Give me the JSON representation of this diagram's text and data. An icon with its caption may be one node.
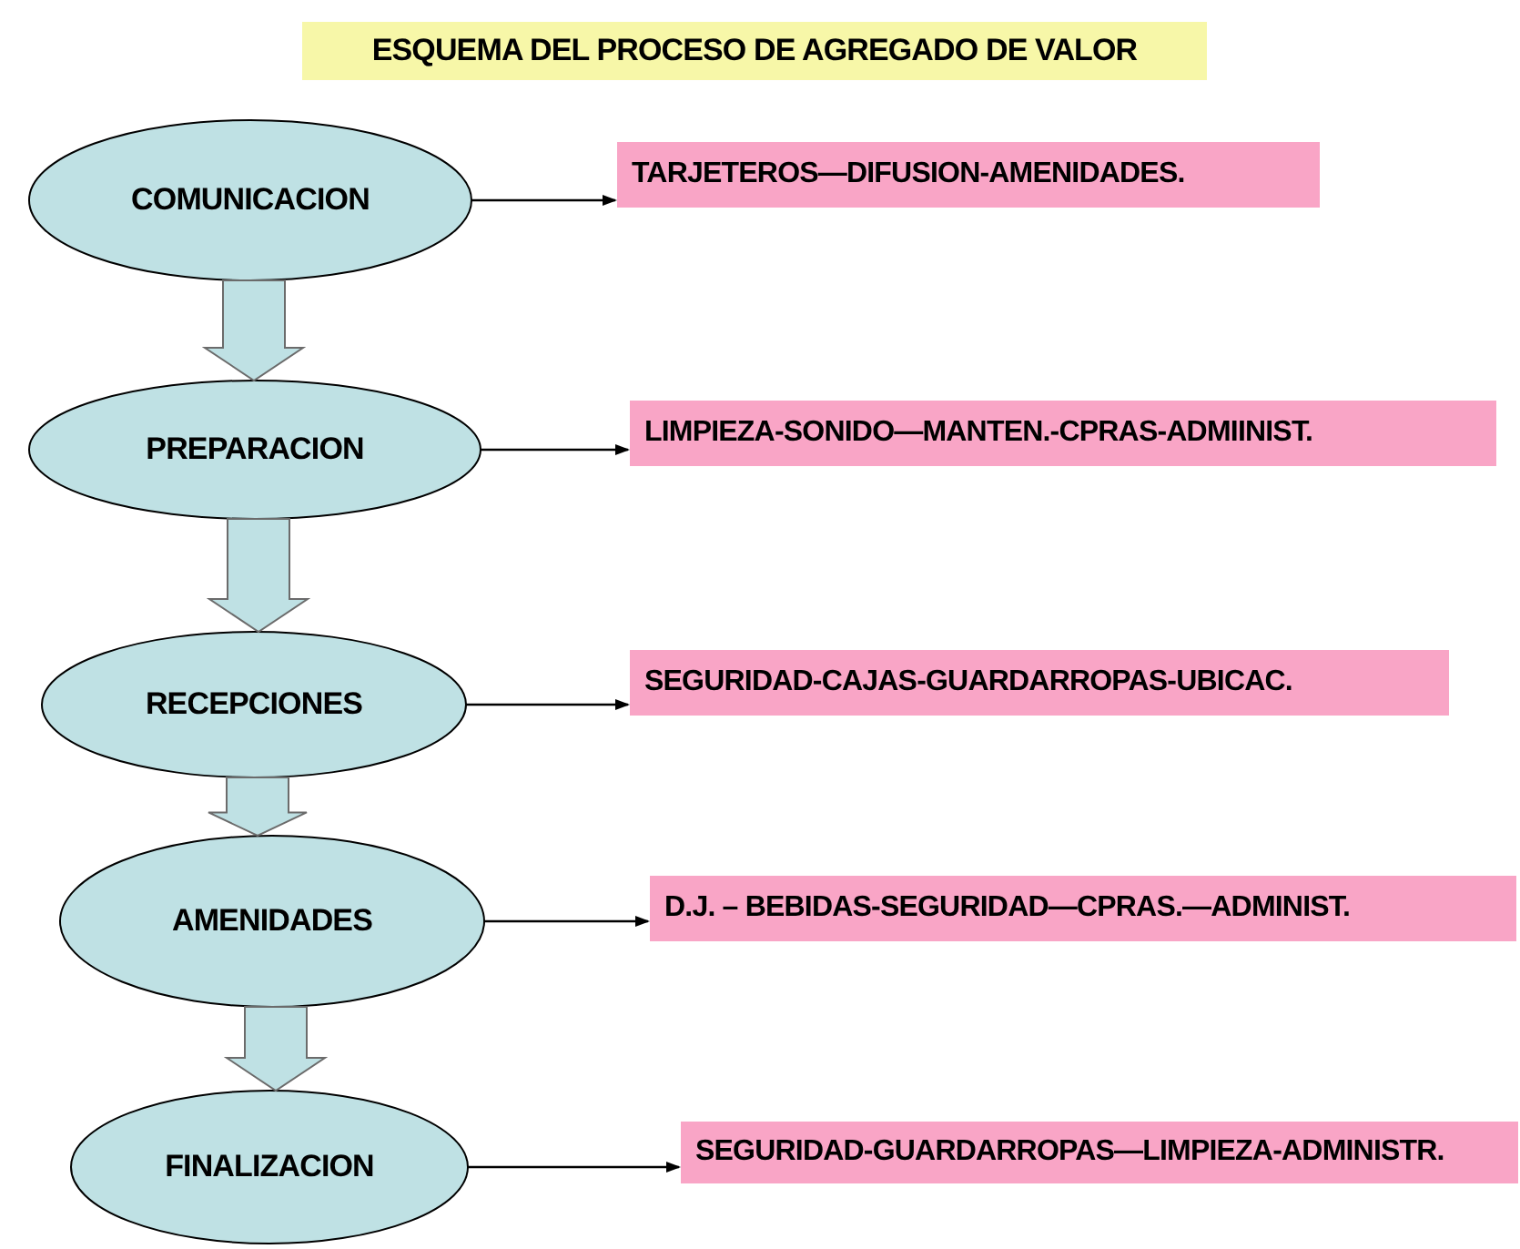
{
  "diagram": {
    "title": "ESQUEMA DEL PROCESO DE AGREGADO DE VALOR",
    "nodes": [
      {
        "text": [
          "COMUNICACION"
        ]
      },
      {
        "text": [
          "PREPARACION"
        ]
      },
      {
        "text": [
          "RECEPCIONES"
        ]
      },
      {
        "text": [
          "AMENIDADES"
        ]
      },
      {
        "text": [
          "FINALIZACION"
        ]
      },
      {
        "text": [
          "TARJETEROS—DIFUSION-AMENIDADES."
        ]
      },
      {
        "text": [
          "LIMPIEZA-SONIDO—MANTEN.-CPRAS-ADMIINIST."
        ]
      },
      {
        "text": [
          "SEGURIDAD-CAJAS-GUARDARROPAS-UBICAC."
        ]
      },
      {
        "text": [
          "D.J. – BEBIDAS-SEGURIDAD—CPRAS.—ADMINIST."
        ]
      },
      {
        "text": [
          "SEGURIDAD-GUARDARROPAS—LIMPIEZA-ADMINISTR."
        ]
      }
    ],
    "edges": [
      {
        "from": 0,
        "to": 1,
        "arrow": "to",
        "style": "thick"
      },
      {
        "from": 1,
        "to": 2,
        "arrow": "to",
        "style": "thick"
      },
      {
        "from": 2,
        "to": 3,
        "arrow": "to",
        "style": "thick"
      },
      {
        "from": 3,
        "to": 4,
        "arrow": "to",
        "style": "thick"
      },
      {
        "from": 0,
        "to": 5,
        "arrow": "to"
      },
      {
        "from": 1,
        "to": 6,
        "arrow": "to"
      },
      {
        "from": 2,
        "to": 7,
        "arrow": "to"
      },
      {
        "from": 3,
        "to": 8,
        "arrow": "to"
      },
      {
        "from": 4,
        "to": 9,
        "arrow": "to"
      }
    ]
  }
}
